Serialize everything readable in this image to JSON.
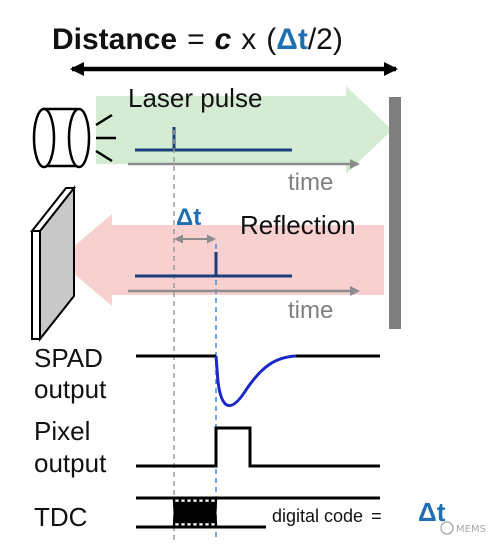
{
  "formula": {
    "lhs": "Distance",
    "equals": "=",
    "speed": "c",
    "times": "x",
    "open_paren": "(",
    "delta_t": "Δt",
    "over_two": "/2)"
  },
  "laser_label": "Laser pulse",
  "time_label_top": "time",
  "delta_t_label": "Δt",
  "reflection_label": "Reflection",
  "time_label_bottom": "time",
  "spad_label_line1": "SPAD",
  "spad_label_line2": "output",
  "pixel_label_line1": "Pixel",
  "pixel_label_line2": "output",
  "tdc_label": "TDC",
  "digital_code_label": "digital code",
  "digital_code_equals": "=",
  "digital_code_value": "Δt",
  "watermark_text": "MEMS",
  "colors": {
    "pulse_blue": "#1a3f7a",
    "accent_blue": "#1f6fb2",
    "spad_curve": "#1c27c7",
    "green_arrow": "#d4ecd3",
    "red_arrow": "#f8d0d0",
    "wall_gray": "#7f7f7f",
    "axis_gray": "#8c8c8c",
    "mirror_gray": "#c8c8c8"
  }
}
